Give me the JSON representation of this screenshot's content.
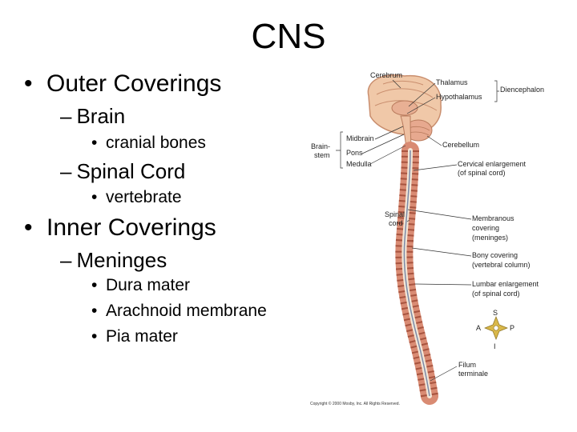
{
  "title": "CNS",
  "bullets": [
    {
      "level": 1,
      "marker": "•",
      "text": "Outer Coverings"
    },
    {
      "level": 2,
      "marker": "–",
      "text": "Brain"
    },
    {
      "level": 3,
      "marker": "•",
      "text": "cranial bones"
    },
    {
      "level": 2,
      "marker": "–",
      "text": "Spinal Cord"
    },
    {
      "level": 3,
      "marker": "•",
      "text": "vertebrate"
    },
    {
      "level": 1,
      "marker": "•",
      "text": "Inner Coverings"
    },
    {
      "level": 2,
      "marker": "–",
      "text": "Meninges"
    },
    {
      "level": 3,
      "marker": "•",
      "text": "Dura mater"
    },
    {
      "level": 3,
      "marker": "•",
      "text": "Arachnoid membrane"
    },
    {
      "level": 3,
      "marker": "•",
      "text": "Pia mater"
    }
  ],
  "figure": {
    "labels": {
      "cerebrum": "Cerebrum",
      "thalamus": "Thalamus",
      "hypothalamus": "Hypothalamus",
      "diencephalon": "Diencephalon",
      "midbrain": "Midbrain",
      "brainstem_1": "Brain-",
      "brainstem_2": "stem",
      "pons": "Pons",
      "medulla": "Medulla",
      "cerebellum": "Cerebellum",
      "cervical_1": "Cervical enlargement",
      "cervical_2": "(of spinal cord)",
      "spinal_cord_1": "Spinal",
      "spinal_cord_2": "cord",
      "membranous_1": "Membranous",
      "membranous_2": "covering",
      "membranous_3": "(meninges)",
      "bony_1": "Bony covering",
      "bony_2": "(vertebral column)",
      "lumbar_1": "Lumbar enlargement",
      "lumbar_2": "(of spinal cord)",
      "filum_1": "Filum",
      "filum_2": "terminale",
      "compass_s": "S",
      "compass_i": "I",
      "compass_a": "A",
      "compass_p": "P",
      "copyright": "Copyright © 2000 Mosby, Inc. All Rights Reserved."
    },
    "colors": {
      "brain": "#f0c8a8",
      "spine": "#d98b73",
      "cord": "#f3e6d6",
      "compass": "#d9b84a"
    }
  }
}
